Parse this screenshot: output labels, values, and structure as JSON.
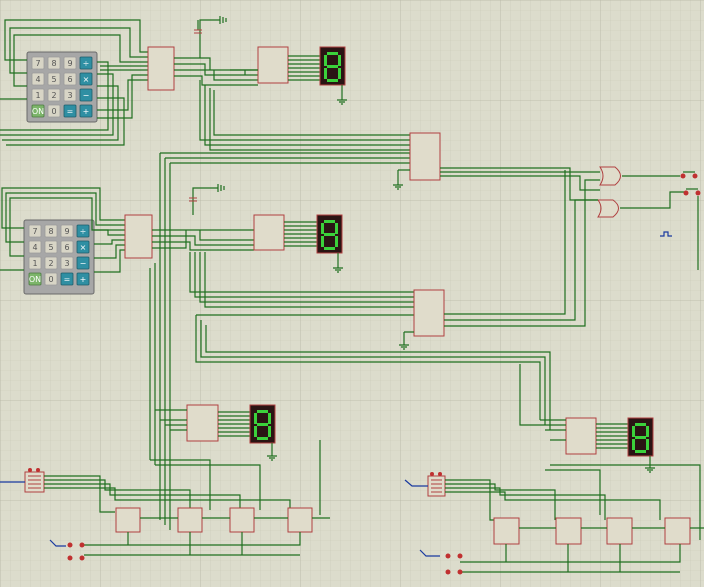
{
  "keypad_1": {
    "keys": [
      "7",
      "8",
      "9",
      "÷",
      "4",
      "5",
      "6",
      "×",
      "1",
      "2",
      "3",
      "−",
      "ON",
      "0",
      "=",
      "+"
    ]
  },
  "keypad_2": {
    "keys": [
      "7",
      "8",
      "9",
      "÷",
      "4",
      "5",
      "6",
      "×",
      "1",
      "2",
      "3",
      "−",
      "ON",
      "0",
      "=",
      "+"
    ]
  },
  "colors": {
    "background": "#dcdccc",
    "grid": "#c4c4b2",
    "wire": "#1f6f1f",
    "chip_fill": "#e0dccb",
    "chip_outline": "#b04040",
    "display_segments": "#3bd13b",
    "keypad_operator": "#2f8fa3"
  },
  "displays": [
    {
      "id": "display-1",
      "digit": "8"
    },
    {
      "id": "display-2",
      "digit": "8"
    },
    {
      "id": "display-3",
      "digit": "8"
    },
    {
      "id": "display-4",
      "digit": "8"
    }
  ]
}
